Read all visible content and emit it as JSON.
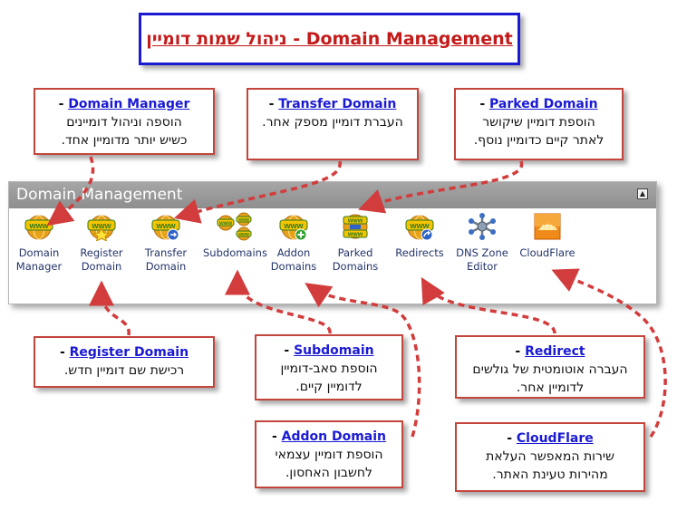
{
  "title": {
    "hebrew": "ניהול שמות דומיין",
    "sep": " - ",
    "english": "Domain Management"
  },
  "panel": {
    "header": "Domain Management",
    "collapse_glyph": "▲",
    "items": [
      {
        "line1": "Domain",
        "line2": "Manager",
        "icon": "www-globe-icon"
      },
      {
        "line1": "Register",
        "line2": "Domain",
        "icon": "www-globe-star-icon"
      },
      {
        "line1": "Transfer",
        "line2": "Domain",
        "icon": "www-globe-transfer-icon"
      },
      {
        "line1": "Subdomains",
        "line2": "",
        "icon": "www-subdomains-icon"
      },
      {
        "line1": "Addon",
        "line2": "Domains",
        "icon": "www-globe-add-icon"
      },
      {
        "line1": "Parked",
        "line2": "Domains",
        "icon": "www-globe-parked-icon"
      },
      {
        "line1": "Redirects",
        "line2": "",
        "icon": "www-globe-redirect-icon"
      },
      {
        "line1": "DNS Zone",
        "line2": "Editor",
        "icon": "dns-zone-editor-icon"
      },
      {
        "line1": "CloudFlare",
        "line2": "",
        "icon": "cloudflare-icon"
      }
    ]
  },
  "callouts": {
    "domain_manager": {
      "link": "Domain Manager",
      "dash": " - ",
      "lines": [
        "הוספה וניהול דומיינים",
        "כשיש יותר מדומיין אחד."
      ]
    },
    "transfer_domain": {
      "link": "Transfer Domain",
      "dash": " - ",
      "lines": [
        "העברת דומיין מספק אחר."
      ]
    },
    "parked_domain": {
      "link": "Parked Domain",
      "dash": " - ",
      "lines": [
        "הוספת דומיין שיקושר",
        "לאתר קיים כדומיין נוסף."
      ]
    },
    "register_domain": {
      "link": "Register Domain",
      "dash": " - ",
      "lines": [
        "רכישת שם דומיין חדש."
      ]
    },
    "subdomain": {
      "link": "Subdomain",
      "dash": " - ",
      "lines": [
        "הוספת סאב-דומיין",
        "לדומיין קיים."
      ]
    },
    "redirect": {
      "link": "Redirect",
      "dash": " - ",
      "lines": [
        "העברה אוטומטית של גולשים",
        "לדומיין אחר."
      ]
    },
    "addon_domain": {
      "link": "Addon Domain",
      "dash": " - ",
      "lines": [
        "הוספת דומיין עצמאי",
        "לחשבון האחסון."
      ]
    },
    "cloudflare": {
      "link": "CloudFlare",
      "dash": " - ",
      "lines": [
        "שירות המאפשר העלאת",
        "מהירות טעינת האתר."
      ]
    }
  },
  "colors": {
    "title_border": "#1a1ad4",
    "title_text": "#c41a1a",
    "callout_border": "#c3453c",
    "arrow": "#d23c3c",
    "link": "#1a1ad4",
    "panel_header": "#999999",
    "icon_label": "#23346b"
  }
}
